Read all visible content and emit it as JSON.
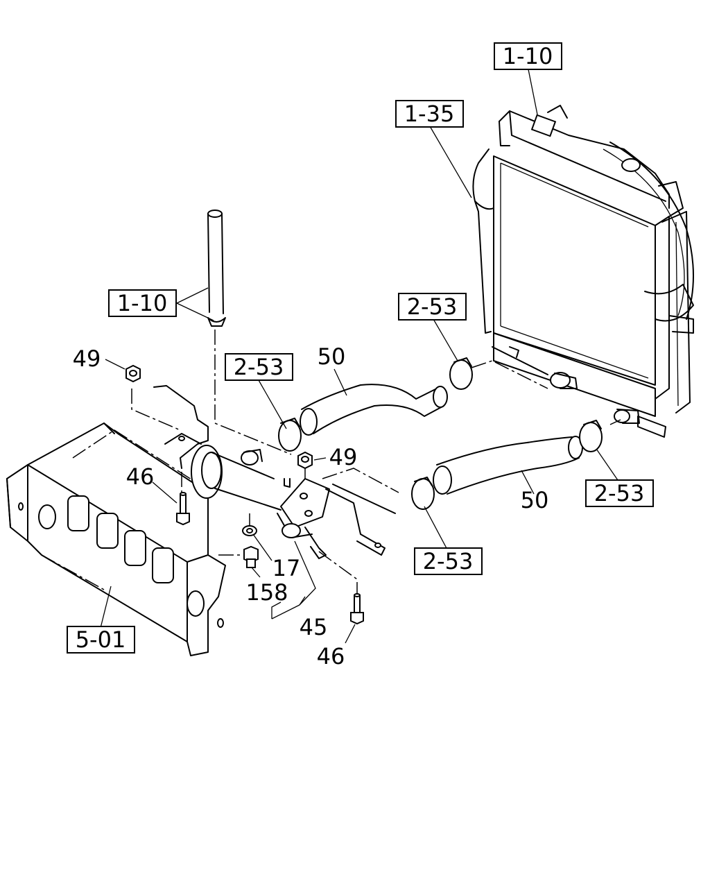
{
  "callouts": {
    "radiator_top": "1-10",
    "radiator_shroud": "1-35",
    "pipe_left": "1-10",
    "clamp_left_upper": "2-53",
    "clamp_right_upper": "2-53",
    "clamp_right_lower": "2-53",
    "clamp_mid_lower": "2-53",
    "crossmember": "5-01"
  },
  "part_numbers": {
    "nut_left": "49",
    "nut_mid": "49",
    "hose_upper": "50",
    "hose_lower": "50",
    "bolt_left": "46",
    "bolt_lower": "46",
    "washer": "17",
    "bolt_small": "158",
    "pipe_assembly": "45"
  }
}
